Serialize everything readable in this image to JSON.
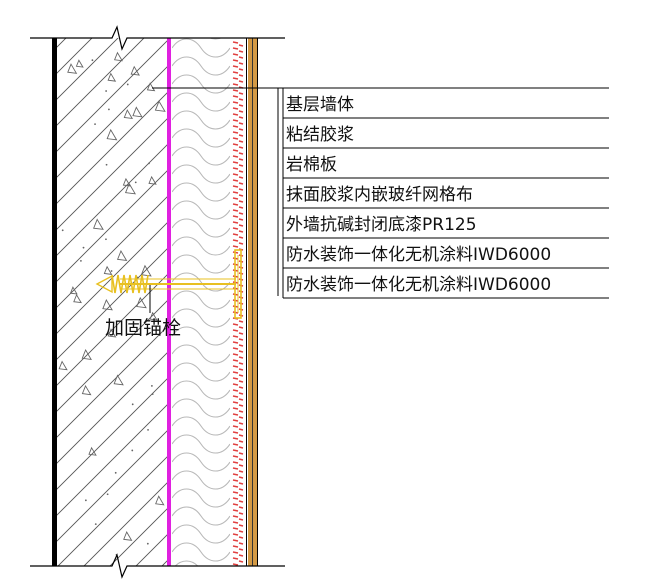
{
  "labels": {
    "layers": [
      "基层墙体",
      "粘结胶浆",
      "岩棉板",
      "抹面胶浆内嵌玻纤网格布",
      "外墙抗碱封闭底漆PR125",
      "防水装饰一体化无机涂料IWD6000",
      "防水装饰一体化无机涂料IWD6000"
    ],
    "anchor": "加固锚栓"
  },
  "colors": {
    "adhesive": "#e020e0",
    "insulation": "#c8c8c8",
    "mesh": "#e04040",
    "finish": "#d49a45",
    "anchor": "#e8c020",
    "line": "#000000"
  },
  "icons": {
    "break_mark": "zigzag-break-icon"
  }
}
